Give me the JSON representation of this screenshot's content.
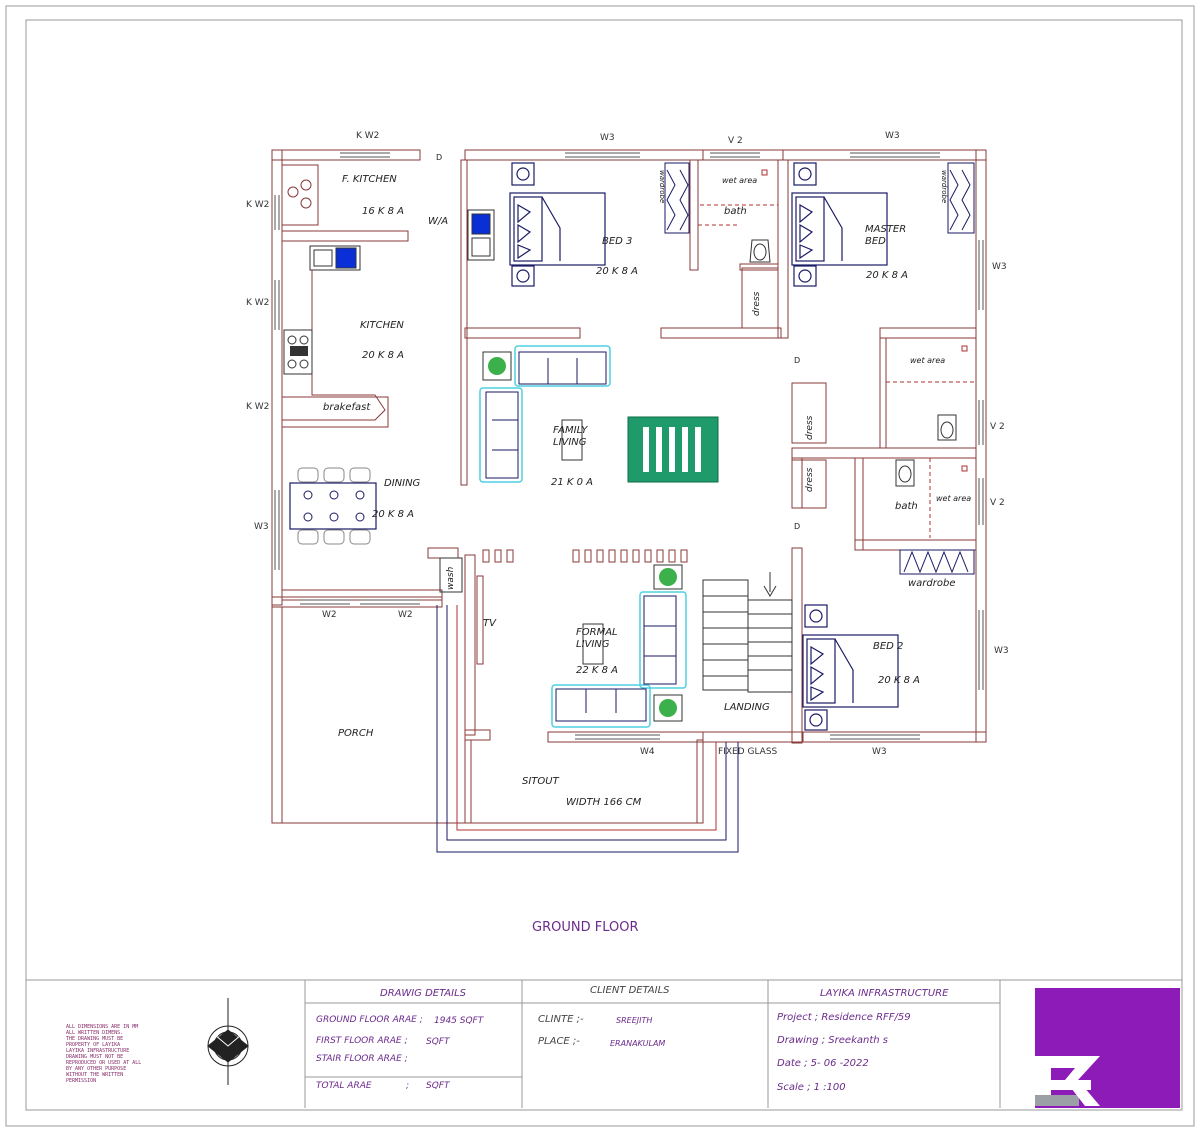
{
  "drawing_title": "GROUND FLOOR",
  "rooms": [
    {
      "name": "F. KITCHEN",
      "size": "16 K 8 A"
    },
    {
      "name": "KITCHEN",
      "size": "20 K 8 A"
    },
    {
      "name": "BED 3",
      "size": "20 K 8 A"
    },
    {
      "name": "MASTER BED",
      "size": "20 K 8 A"
    },
    {
      "name": "FAMILY LIVING",
      "size": "21 K 0 A"
    },
    {
      "name": "DINING",
      "size": "20 K 8 A"
    },
    {
      "name": "FORMAL LIVING",
      "size": "22 K 8 A"
    },
    {
      "name": "BED 2",
      "size": "20 K 8 A"
    }
  ],
  "labels": {
    "wa": "W/A",
    "brakefast": "brakefast",
    "wet_area_1": "wet area",
    "wet_area_2": "wet area",
    "wet_area_3": "wet area",
    "bath_1": "bath",
    "bath_2": "bath",
    "dress_1": "dress",
    "dress_2": "dress",
    "dress_3": "dress",
    "wardrobe_1": "wardrobe",
    "wardrobe_2": "wardrobe",
    "wardrobe_3": "wardrobe",
    "wash": "wash",
    "tv": "TV",
    "landing": "LANDING",
    "porch": "PORCH",
    "sitout": "SITOUT",
    "width": "WIDTH 166 CM",
    "fixed_glass": "FIXED GLASS",
    "door": "D"
  },
  "openings": {
    "kw2_top": "K W2",
    "w3_top1": "W3",
    "v2_top": "V 2",
    "w3_top2": "W3",
    "kw2_left1": "K W2",
    "kw2_left2": "K W2",
    "kw2_left3": "K W2",
    "w3_left": "W3",
    "w2_a": "W2",
    "w2_b": "W2",
    "w3_right1": "W3",
    "v2_right1": "V 2",
    "v2_right2": "V 2",
    "w3_right2": "W3",
    "w4_bottom": "W4",
    "w3_bottom": "W3"
  },
  "title_block": {
    "drawing_details": {
      "heading": "DRAWIG DETAILS",
      "ground_floor_label": "GROUND FLOOR ARAE ;",
      "ground_floor_value": "1945 SQFT",
      "first_floor_label": "FIRST FLOOR ARAE ;",
      "first_floor_value": "SQFT",
      "stair_floor_label": "STAIR FLOOR ARAE ;",
      "total_label": "TOTAL ARAE",
      "total_sep": ";",
      "total_value": "SQFT"
    },
    "client_details": {
      "heading": "CLIENT DETAILS",
      "client_label": "CLINTE ;-",
      "client_value": "SREEJITH",
      "place_label": "PLACE ;-",
      "place_value": "ERANAKULAM"
    },
    "company": {
      "heading": "LAYIKA INFRASTRUCTURE",
      "project": "Project ; Residence RFF/59",
      "drawing": "Drawing ; Sreekanth s",
      "date": "Date ; 5- 06 -2022",
      "scale": "Scale ; 1 :100"
    },
    "notes": "ALL DIMENSIONS ARE IN MM\nALL WRITTEN DIMENS.\nTHE DRAWING MUST BE\nPROPERTY OF LAYIKA\nLAYIKA INFRASTRUCTURE\nDRAWING MUST NOT BE\nREPRODUCED OR USED AT ALL\nBY ANY OTHER PURPOSE\nWITHOUT THE WRITTEN\nPERMISSION"
  },
  "colors": {
    "wall": "#8a3a3a",
    "furniture": "#1a1a66",
    "sofa": "#4fd0e0",
    "label": "#6b2a8c",
    "logo_bg": "#8d1bb8",
    "rug": "#1f9a6a",
    "tank": "#0a2fd6"
  }
}
